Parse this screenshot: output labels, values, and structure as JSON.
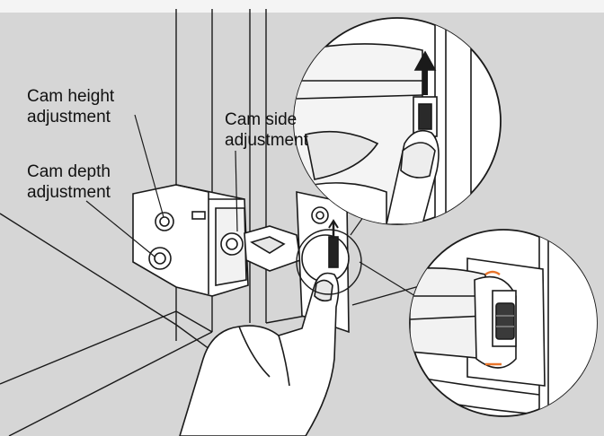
{
  "callouts": {
    "cam_height": "Cam height\nadjustment",
    "cam_depth": "Cam depth\nadjustment",
    "cam_side": "Cam side\nadjustment"
  },
  "colors": {
    "background": "#d6d6d6",
    "accent_orange": "#e8742a",
    "stroke": "#1a1a1a",
    "fill": "#ffffff"
  }
}
